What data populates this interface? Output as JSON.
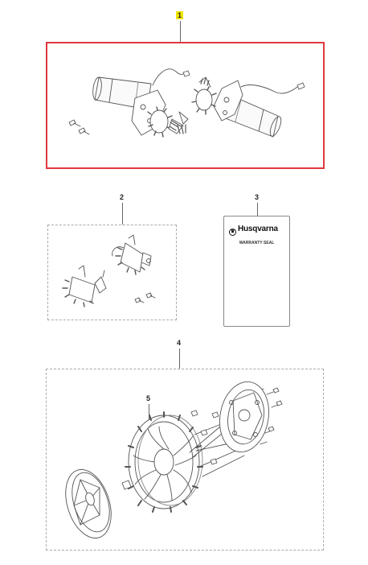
{
  "callouts": {
    "c1": "1",
    "c2": "2",
    "c3": "3",
    "c4": "4",
    "c5": "5"
  },
  "seal": {
    "brand": "Husqvarna",
    "text": "WARRANTY SEAL"
  },
  "colors": {
    "selection_frame": "#e0393e",
    "selected_callout": "#f2e600",
    "dashed_frame": "#aaaaaa",
    "line_art": "#555555"
  },
  "icons": {
    "brand_logo": "husqvarna-logo-icon",
    "warning": "warning-triangle-icon",
    "manual": "open-book-icon"
  }
}
